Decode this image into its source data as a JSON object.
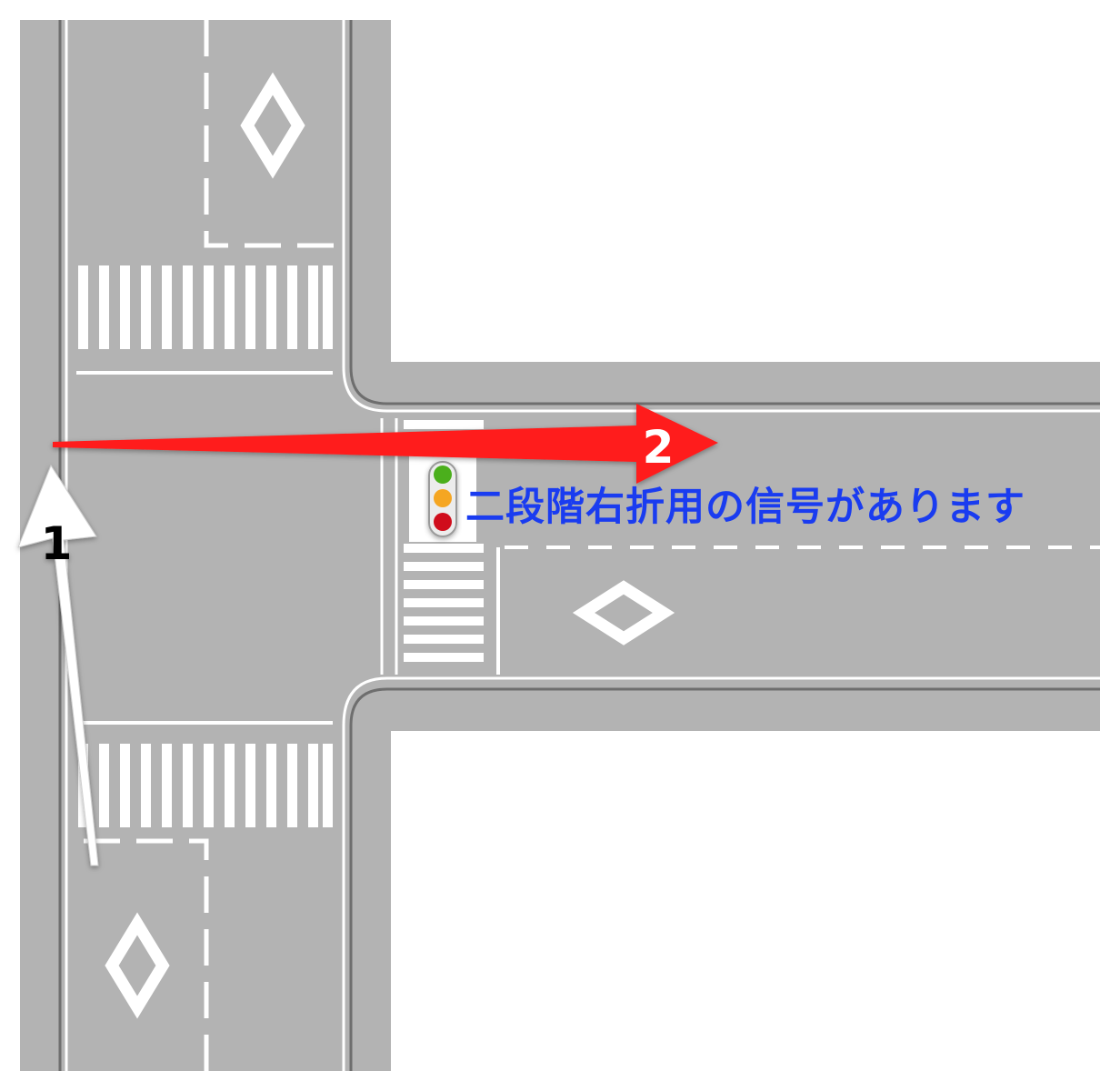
{
  "colors": {
    "asphalt": "#b3b3b3",
    "marking": "#ffffff",
    "curb": "#6e6e6e",
    "arrow_red": "#ff1a1a",
    "caption_blue": "#1a3cf0",
    "signal_green": "#4caf1f",
    "signal_amber": "#f5a623",
    "signal_red": "#d0101a"
  },
  "arrows": {
    "first": {
      "label": "1",
      "fill_color": "#ffffff",
      "label_color": "#000000"
    },
    "second": {
      "label": "2",
      "fill_color": "#ff1a1a",
      "label_color": "#ffffff"
    }
  },
  "traffic_signal": {
    "icon": "traffic-light-icon",
    "lights": [
      "green",
      "amber",
      "red"
    ]
  },
  "caption": {
    "text": "二段階右折用の信号があります",
    "color": "#1a3cf0"
  }
}
